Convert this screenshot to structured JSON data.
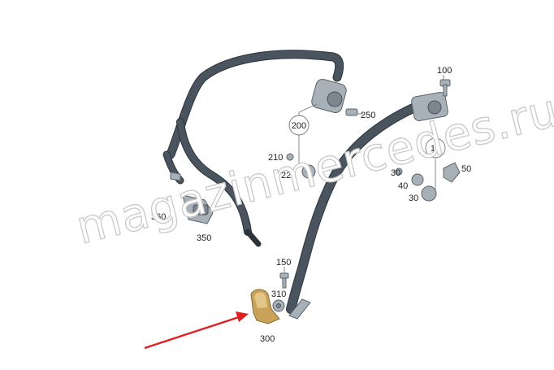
{
  "watermark": "magazinmercedes.ru",
  "callouts": {
    "c100": "100",
    "c250": "250",
    "c200": "200",
    "c210": "210",
    "c220": "220",
    "c10": "10",
    "c30a": "30",
    "c50": "50",
    "c40": "40",
    "c30b": "30",
    "c360": "360",
    "c350": "350",
    "c150": "150",
    "c310": "310",
    "c300": "300"
  },
  "colors": {
    "belt": "#4a545e",
    "highlight_part": "#c9a35a",
    "arrow": "#e02020",
    "parts": "#a9b1b8"
  }
}
